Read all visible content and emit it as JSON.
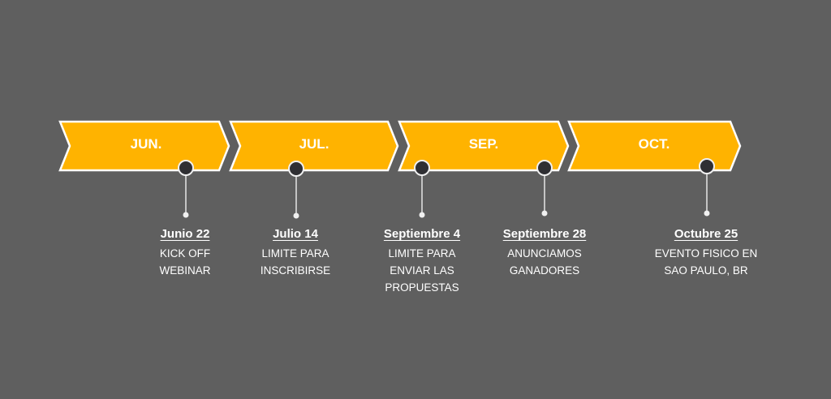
{
  "colors": {
    "background": "#5f5f5f",
    "chevron": "#ffb300",
    "dot": "#2f2f33",
    "text": "#ffffff"
  },
  "months": [
    {
      "label": "JUN."
    },
    {
      "label": "JUL."
    },
    {
      "label": "SEP."
    },
    {
      "label": "OCT."
    }
  ],
  "events": [
    {
      "date": "Junio 22",
      "description": "KICK OFF\nWEBINAR"
    },
    {
      "date": "Julio 14",
      "description": "LIMITE PARA\nINSCRIBIRSE"
    },
    {
      "date": "Septiembre 4",
      "description": "LIMITE PARA\nENVIAR LAS\nPROPUESTAS"
    },
    {
      "date": "Septiembre 28",
      "description": "ANUNCIAMOS\nGANADORES"
    },
    {
      "date": "Octubre 25",
      "description": "EVENTO FISICO EN\nSAO PAULO, BR"
    }
  ]
}
